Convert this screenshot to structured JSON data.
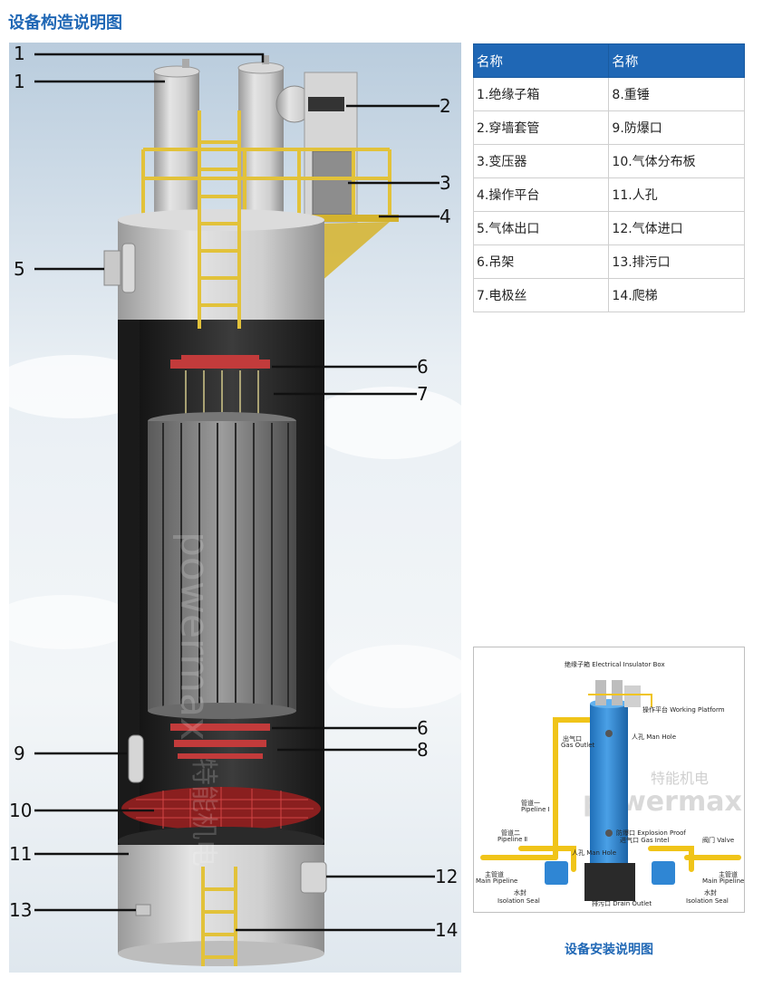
{
  "page": {
    "title": "设备构造说明图"
  },
  "main_figure": {
    "callouts": [
      "1",
      "1",
      "2",
      "3",
      "4",
      "5",
      "6",
      "7",
      "6",
      "8",
      "9",
      "10",
      "11",
      "12",
      "13",
      "14"
    ],
    "watermark_brand": "powermax",
    "watermark_cn": "特能机电"
  },
  "parts_table": {
    "headers": [
      "名称",
      "名称"
    ],
    "rows": [
      [
        "1.绝缘子箱",
        "8.重锤"
      ],
      [
        "2.穿墙套管",
        "9.防爆口"
      ],
      [
        "3.变压器",
        "10.气体分布板"
      ],
      [
        "4.操作平台",
        "11.人孔"
      ],
      [
        "5.气体出口",
        "12.气体进口"
      ],
      [
        "6.吊架",
        "13.排污口"
      ],
      [
        "7.电极丝",
        "14.爬梯"
      ]
    ]
  },
  "install_figure": {
    "labels": {
      "insulator_box": "绝缘子箱 Electrical Insulator Box",
      "working_platform": "操作平台 Working Platform",
      "gas_outlet_cn": "出气口",
      "gas_outlet_en": "Gas Outlet",
      "man_hole_top": "人孔 Man Hole",
      "pipeline1_cn": "管道一",
      "pipeline1_en": "Pipeline Ⅰ",
      "pipeline2_cn": "管道二",
      "pipeline2_en": "Pipeline Ⅱ",
      "explosion_proof": "防爆口 Explosion Proof",
      "gas_inlet": "进气口 Gas Intel",
      "man_hole_bottom": "人孔 Man Hole",
      "valve": "阀门 Valve",
      "main_pipeline_left_cn": "主管道",
      "main_pipeline_left_en": "Main Pipeline",
      "main_pipeline_right_cn": "主管道",
      "main_pipeline_right_en": "Main Pipeline",
      "water_seal_left_cn": "水封",
      "water_seal_left_en": "Isolation Seal",
      "water_seal_right_cn": "水封",
      "water_seal_right_en": "Isolation Seal",
      "drain_outlet": "排污口 Drain Outlet"
    },
    "watermark_cn": "特能机电",
    "watermark_brand": "powermax"
  },
  "install_caption": "设备安装说明图",
  "colors": {
    "title_blue": "#1f67b5",
    "tower_grey": "#c9c9c9",
    "tower_dark": "#2b2b2b",
    "platform_yellow": "#e2c23a",
    "hanger_red": "#c23b3b",
    "install_blue": "#2f86d4"
  }
}
